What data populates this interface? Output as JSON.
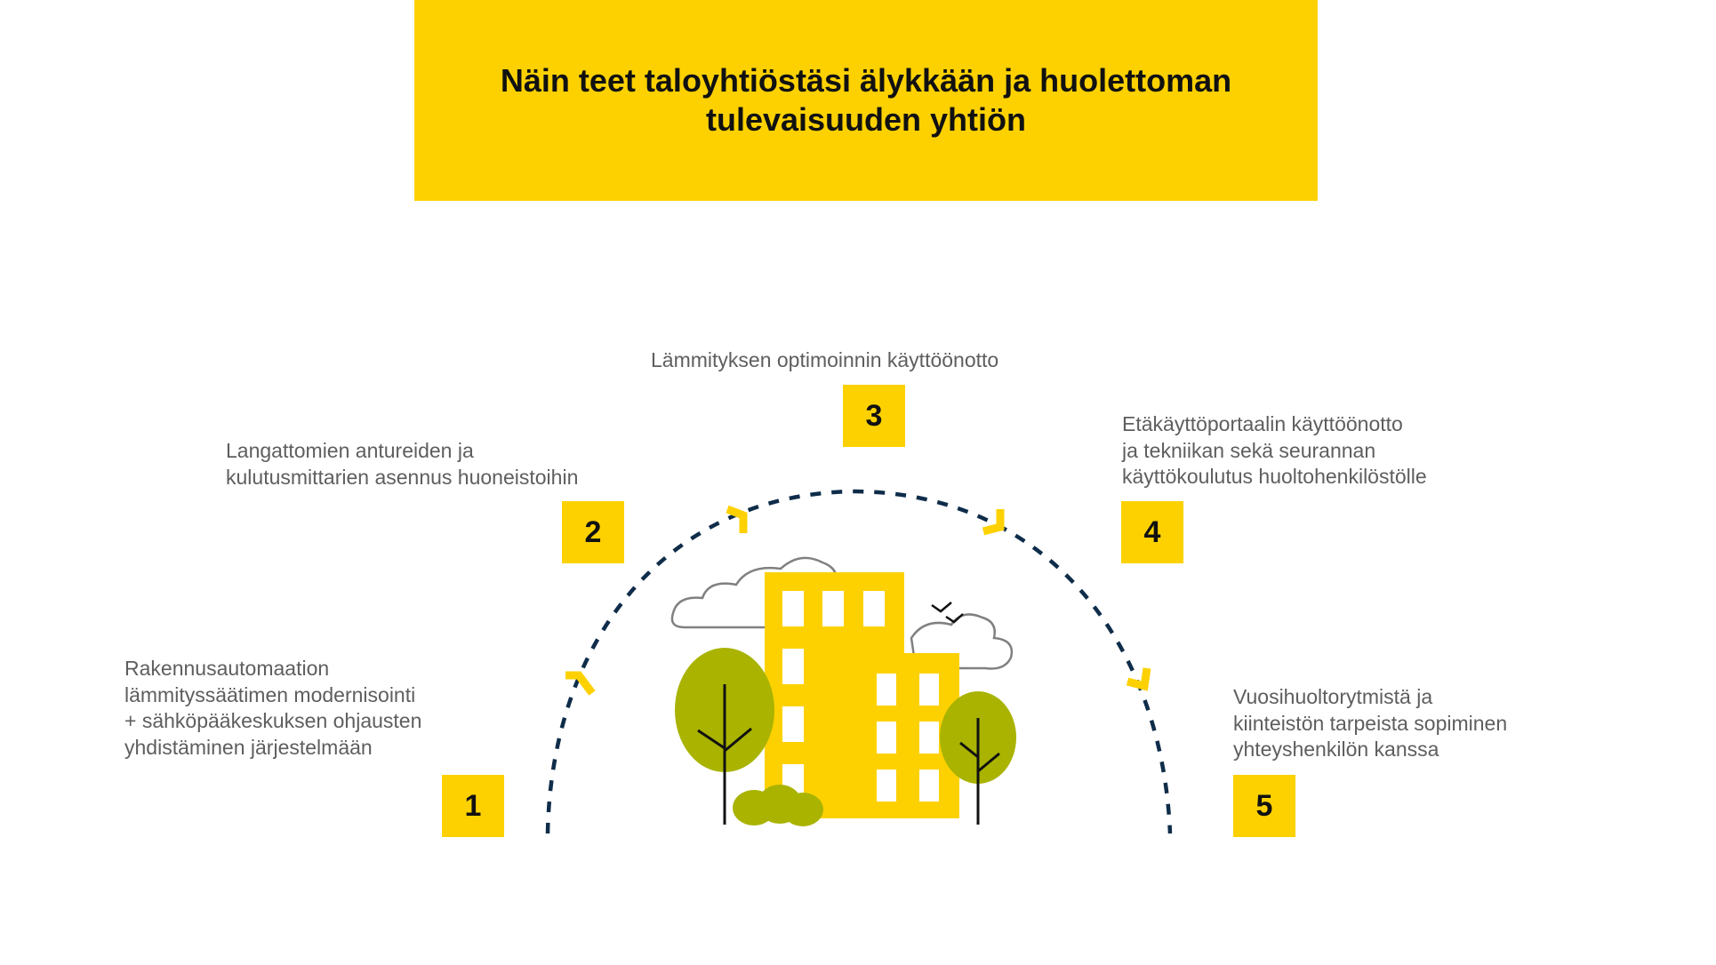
{
  "header": {
    "title": "Näin teet taloyhtiöstäsi älykkään ja huolettoman tulevaisuuden yhtiön"
  },
  "steps": [
    {
      "number": "1",
      "lines": [
        "Rakennusautomaation",
        "lämmityssäätimen modernisointi",
        "+ sähköpääkeskuksen ohjausten",
        "yhdistäminen järjestelmään"
      ]
    },
    {
      "number": "2",
      "lines": [
        "Langattomien antureiden ja",
        "kulutusmittarien asennus huoneistoihin"
      ]
    },
    {
      "number": "3",
      "lines": [
        "Lämmityksen optimoinnin käyttöönotto"
      ]
    },
    {
      "number": "4",
      "lines": [
        "Etäkäyttöportaalin käyttöönotto",
        "ja tekniikan sekä seurannan",
        "käyttökoulutus huoltohenkilöstölle"
      ]
    },
    {
      "number": "5",
      "lines": [
        "Vuosihuoltorytmistä ja",
        "kiinteistön tarpeista sopiminen",
        "yhteyshenkilön kanssa"
      ]
    }
  ],
  "colors": {
    "accent_yellow": "#FDD100",
    "arc_navy": "#0F2D4A",
    "tree_green": "#A9B300",
    "text_gray": "#5e5e5e"
  },
  "illustration": {
    "icons": [
      "apartment-building-icon",
      "tree-icon",
      "cloud-icon",
      "bird-icon",
      "bush-icon",
      "chevron-icon"
    ]
  }
}
